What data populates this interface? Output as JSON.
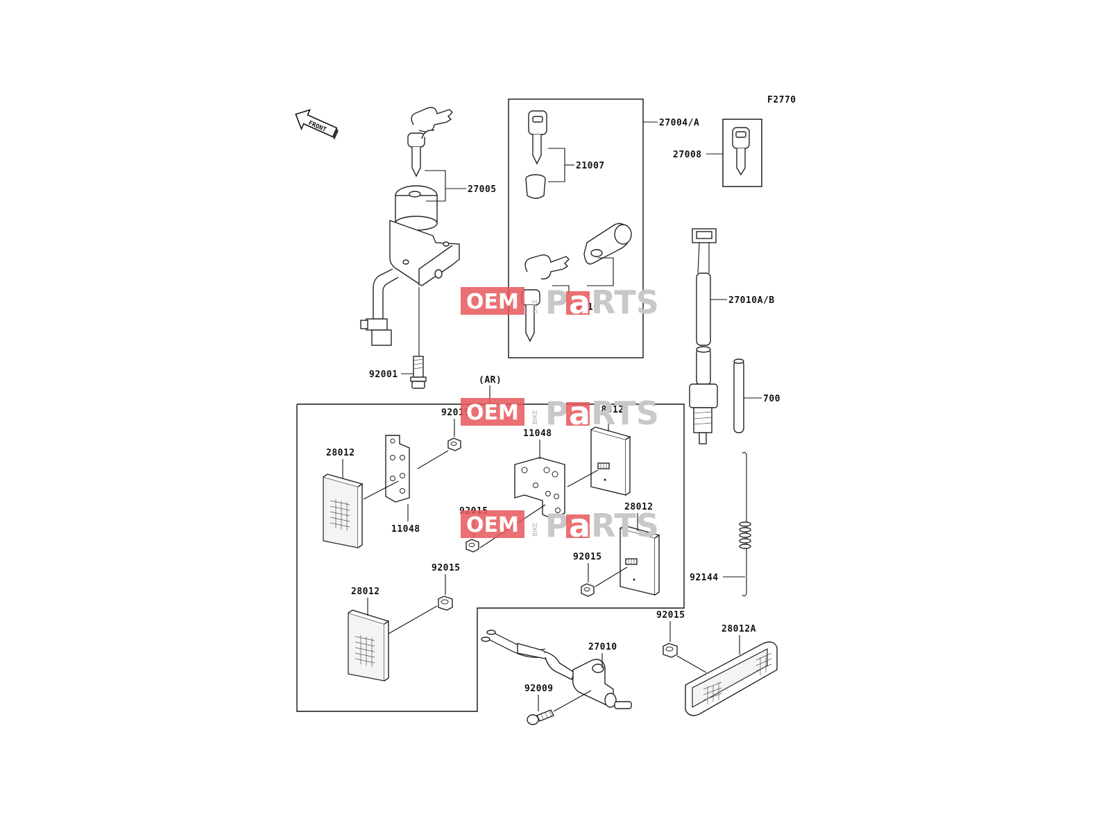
{
  "figure_code": "F2770",
  "front_label": "FRONT",
  "region_label": "(AR)",
  "watermark": {
    "oem": "OEM",
    "bike": "BIKE",
    "parts_pre": "P",
    "parts_a": "a",
    "parts_post": "RTS",
    "accent": "#e8575a"
  },
  "labels": {
    "l27004a": "27004/A",
    "l27008": "27008",
    "l21007": "21007",
    "l27005": "27005",
    "l27016": "27016",
    "l27010ab": "27010A/B",
    "l92001": "92001",
    "l700": "700",
    "l92015a": "92015",
    "l28012a": "28012",
    "l11048a": "11048",
    "l28012b": "28012",
    "l11048b": "11048",
    "l92015b": "92015",
    "l28012c": "28012",
    "l92015c": "92015",
    "l92015d": "92015",
    "l28012d": "28012",
    "l92144": "92144",
    "l92015e": "92015",
    "l28012A": "28012A",
    "l27010": "27010",
    "l92009": "92009"
  }
}
